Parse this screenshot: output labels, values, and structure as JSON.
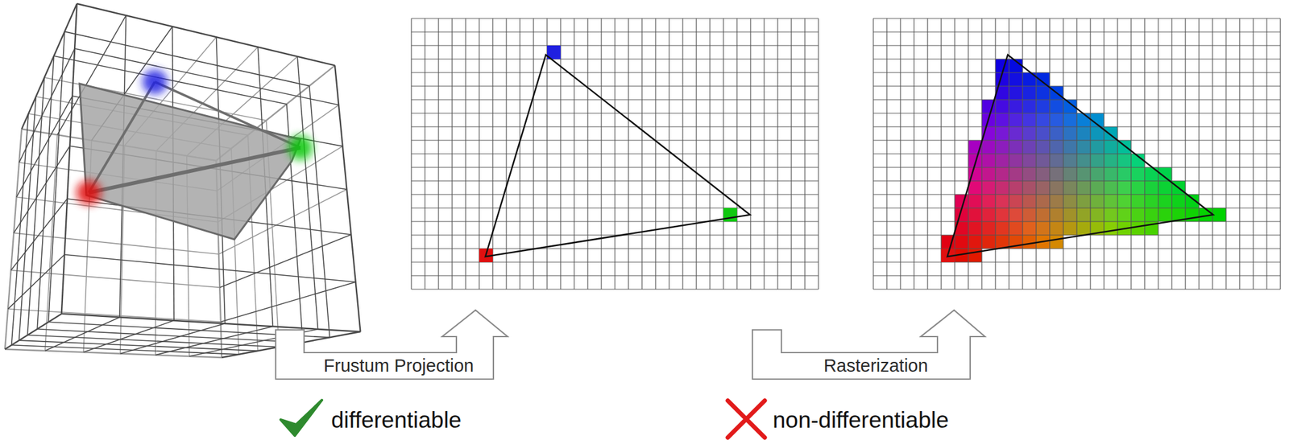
{
  "diagram": {
    "nodes": [
      {
        "text": [
          "Frustum Projection"
        ]
      },
      {
        "text": [
          "Rasterization"
        ]
      }
    ],
    "labels": [
      "differentiable",
      "non-differentiable"
    ]
  }
}
